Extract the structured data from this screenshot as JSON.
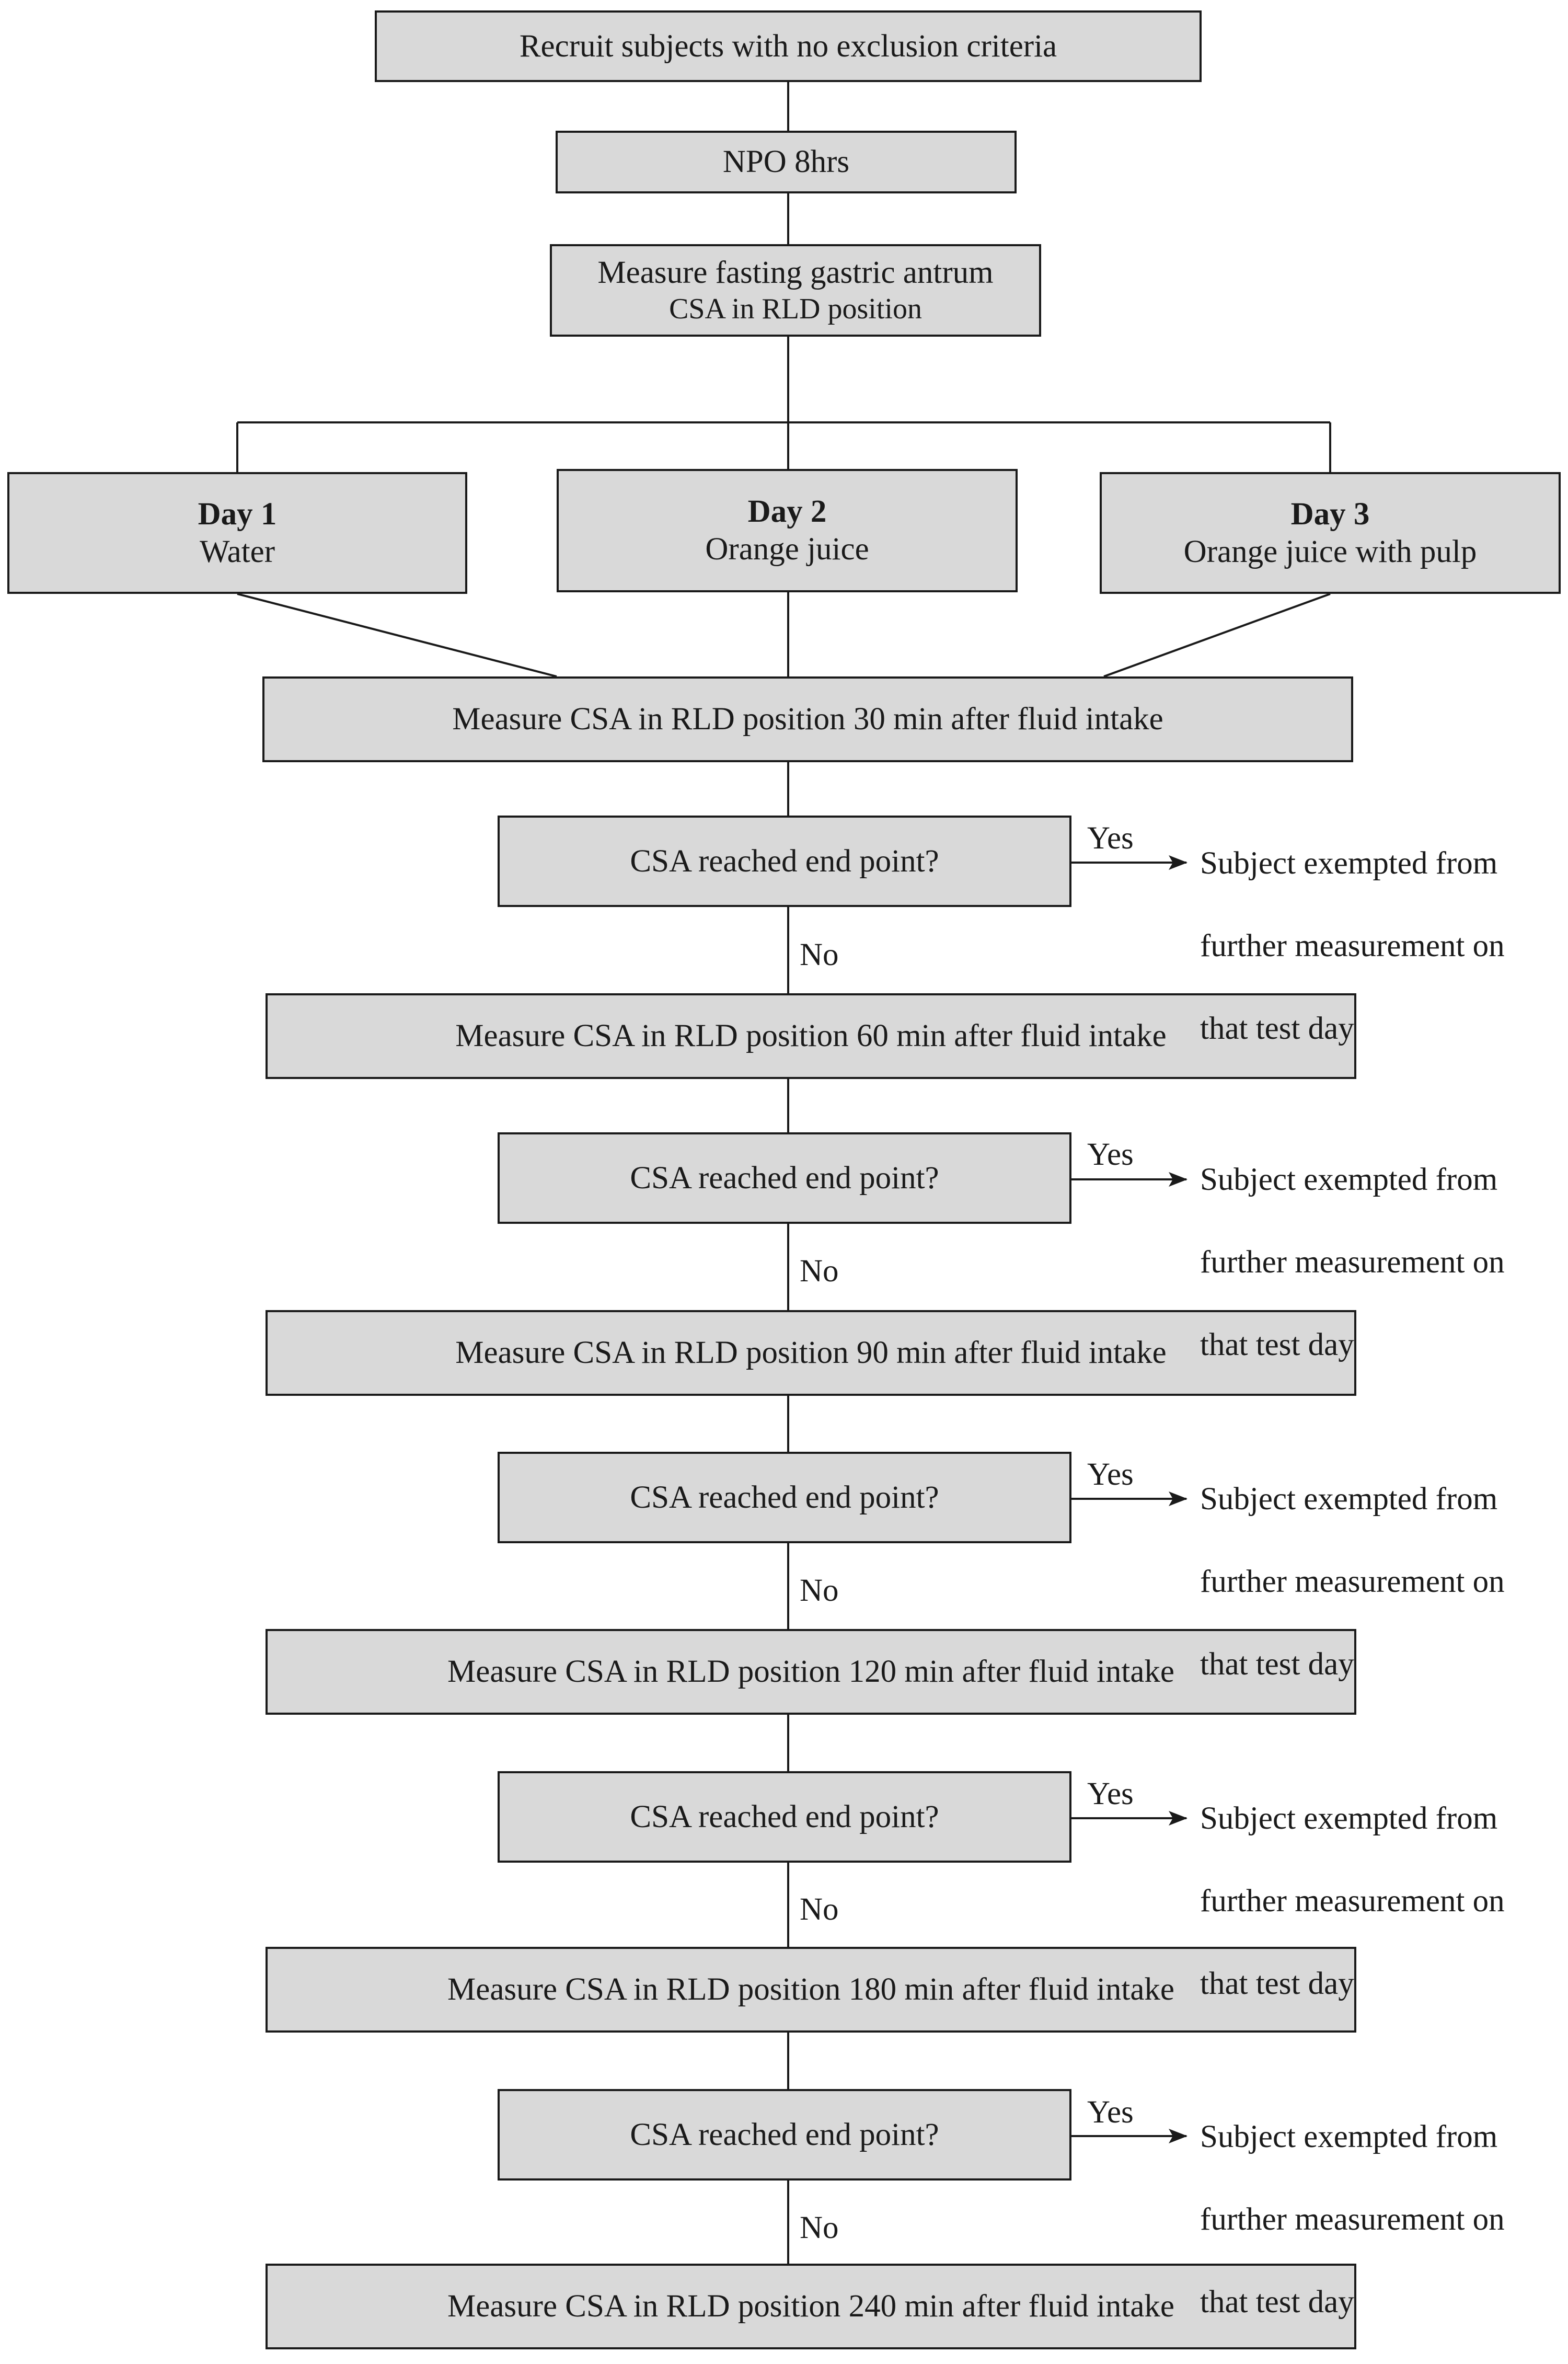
{
  "recruit": "Recruit subjects with no exclusion criteria",
  "npo": "NPO 8hrs",
  "fasting": {
    "line1": "Measure fasting gastric antrum",
    "line2": "CSA in RLD position"
  },
  "days": [
    {
      "title": "Day 1",
      "fluid": "Water"
    },
    {
      "title": "Day 2",
      "fluid": "Orange juice"
    },
    {
      "title": "Day 3",
      "fluid": "Orange juice with pulp"
    }
  ],
  "measurements": [
    "Measure CSA in RLD position 30 min after fluid intake",
    "Measure CSA in RLD position 60 min after fluid intake",
    "Measure CSA in RLD position 90 min after fluid intake",
    "Measure CSA in RLD position 120 min after fluid intake",
    "Measure CSA in RLD position 180 min after fluid intake",
    "Measure CSA in RLD position 240 min after fluid intake"
  ],
  "decisions": [
    "CSA reached end point?",
    "CSA reached end point?",
    "CSA reached end point?",
    "CSA reached end point?",
    "CSA reached end point?"
  ],
  "yes_label": "Yes",
  "no_label": "No",
  "exempt_lines": [
    "Subject exempted from",
    "further measurement on",
    "that test day"
  ]
}
